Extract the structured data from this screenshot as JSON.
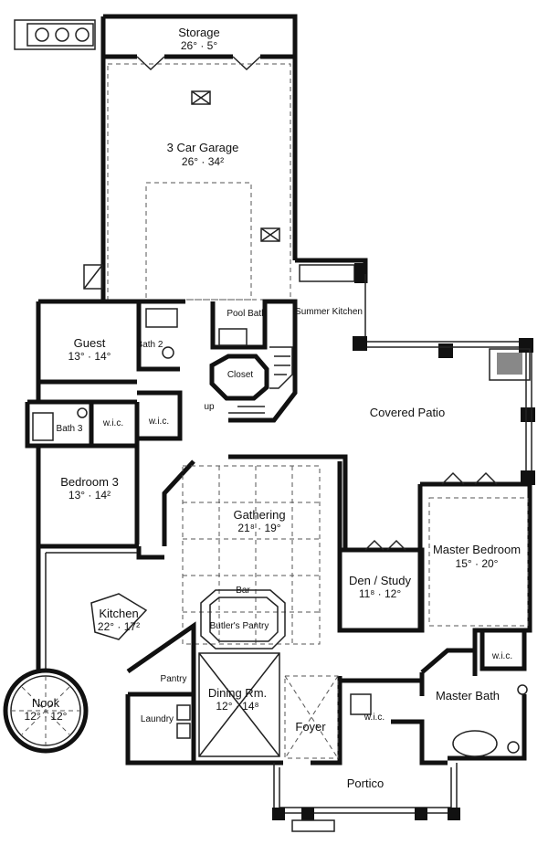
{
  "rooms": {
    "storage": {
      "name": "Storage",
      "dims": "26° · 5°"
    },
    "garage": {
      "name": "3 Car Garage",
      "dims": "26° · 34²"
    },
    "pool_bath": {
      "name": "Pool Bath"
    },
    "summer_kitchen": {
      "name": "Summer Kitchen"
    },
    "guest": {
      "name": "Guest",
      "dims": "13° · 14°"
    },
    "bath2": {
      "name": "Bath 2"
    },
    "closet": {
      "name": "Closet"
    },
    "up": {
      "name": "up"
    },
    "bath3": {
      "name": "Bath 3"
    },
    "wic1": {
      "name": "w.i.c."
    },
    "wic2": {
      "name": "w.i.c."
    },
    "covered_patio": {
      "name": "Covered Patio"
    },
    "bedroom3": {
      "name": "Bedroom 3",
      "dims": "13° · 14²"
    },
    "gathering": {
      "name": "Gathering",
      "dims": "21⁸ · 19°"
    },
    "master_bedroom": {
      "name": "Master Bedroom",
      "dims": "15° · 20°"
    },
    "den": {
      "name": "Den / Study",
      "dims": "11⁸ · 12°"
    },
    "bar": {
      "name": "Bar"
    },
    "butlers_pantry": {
      "name": "Butler's Pantry"
    },
    "kitchen": {
      "name": "Kitchen",
      "dims": "22° · 17²"
    },
    "wic3": {
      "name": "w.i.c."
    },
    "pantry": {
      "name": "Pantry"
    },
    "dining": {
      "name": "Dining Rm.",
      "dims": "12° · 14⁸"
    },
    "master_bath": {
      "name": "Master Bath"
    },
    "wic4": {
      "name": "w.i.c."
    },
    "nook": {
      "name": "Nook",
      "dims": "12° · 12°"
    },
    "laundry": {
      "name": "Laundry"
    },
    "foyer": {
      "name": "Foyer"
    },
    "portico": {
      "name": "Portico"
    }
  }
}
